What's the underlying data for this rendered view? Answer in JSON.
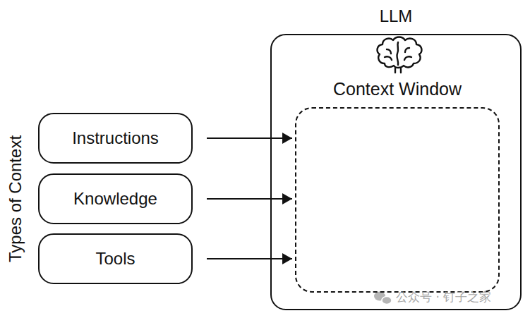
{
  "diagram": {
    "nodes": [
      {
        "text": [
          "Instructions"
        ]
      },
      {
        "text": [
          "Knowledge"
        ]
      },
      {
        "text": [
          "Tools"
        ]
      },
      {
        "text": [
          "LLM"
        ]
      },
      {
        "text": [
          "Context Window"
        ],
        "in": 3
      }
    ],
    "edges": [
      {
        "from": 0,
        "to": 4,
        "arrow": "to"
      },
      {
        "from": 1,
        "to": 4,
        "arrow": "to"
      },
      {
        "from": 2,
        "to": 4,
        "arrow": "to"
      }
    ],
    "labels": [
      "Types of Context",
      "公众号 · 钉子之家"
    ]
  }
}
